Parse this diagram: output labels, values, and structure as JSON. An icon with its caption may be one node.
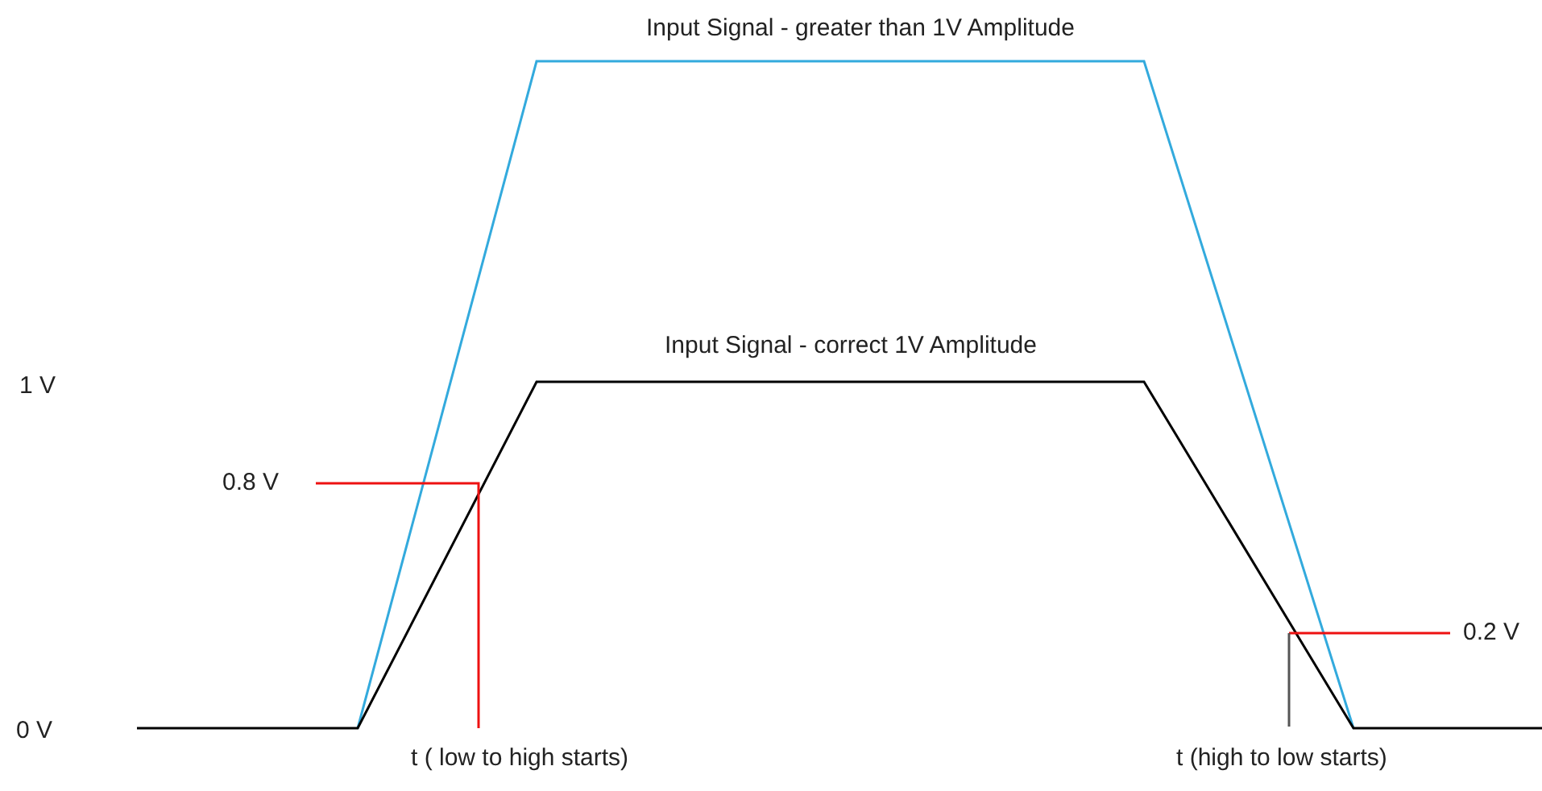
{
  "diagram": {
    "labels": [
      "Input Signal - greater than 1V Amplitude",
      "Input Signal - correct 1V Amplitude",
      "1 V",
      "0.8 V",
      "0.2 V",
      "0 V",
      "t ( low to high starts)",
      "t (high to low starts)"
    ]
  }
}
